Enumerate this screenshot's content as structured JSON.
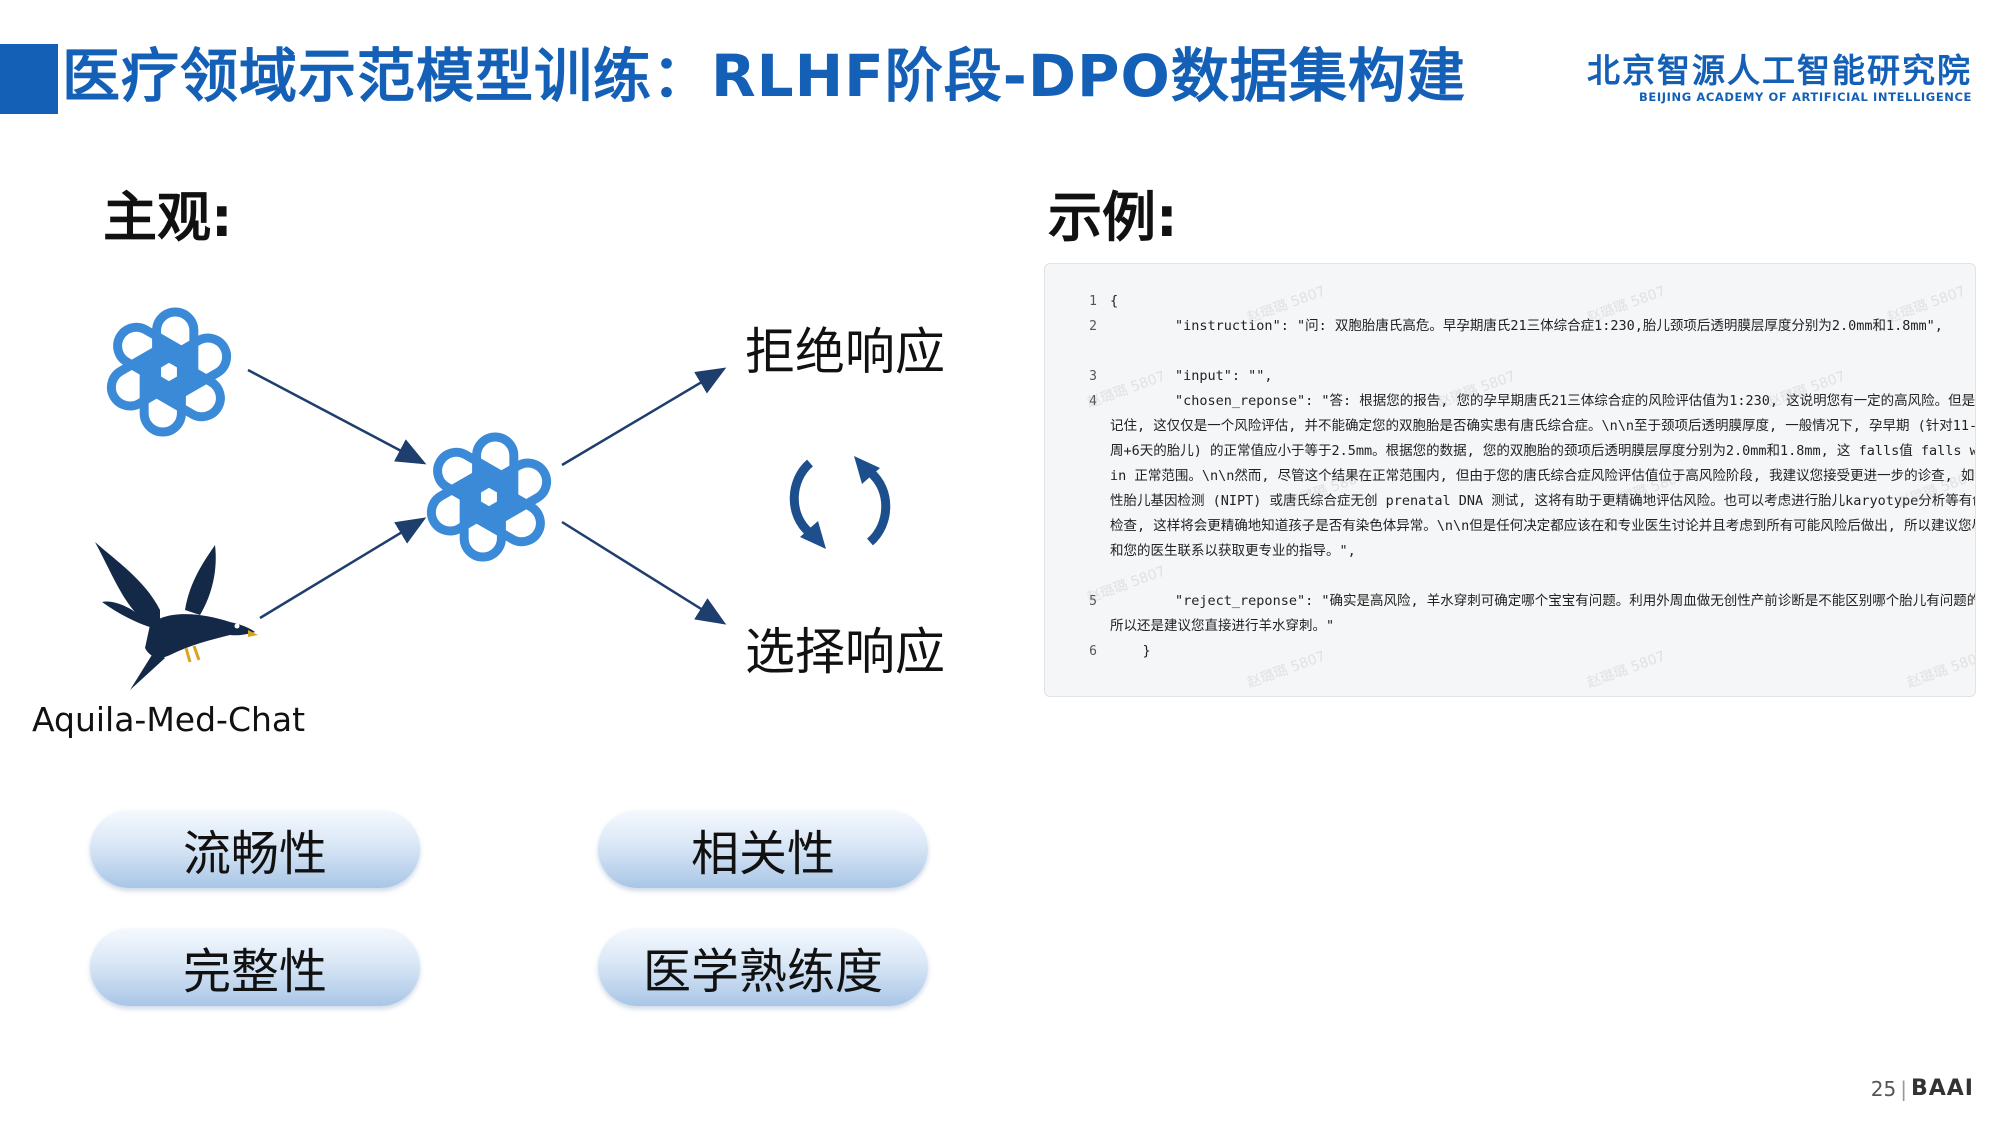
{
  "header": {
    "title": "医疗领域示范模型训练：RLHF阶段-DPO数据集构建",
    "logo_cn": "北京智源人工智能研究院",
    "logo_en": "BEIJING ACADEMY OF ARTIFICIAL INTELLIGENCE",
    "accent_color": "#1560b7"
  },
  "left": {
    "heading": "主观:",
    "model_label": "Aquila-Med-Chat",
    "rejected_label": "拒绝响应",
    "chosen_label": "选择响应",
    "icons": [
      "openai-logo-icon",
      "openai-logo-icon",
      "eagle-icon",
      "cycle-arrows-icon"
    ],
    "criteria": [
      "流畅性",
      "相关性",
      "完整性",
      "医学熟练度"
    ]
  },
  "right": {
    "heading": "示例:",
    "code_lines": [
      {
        "no": "1",
        "text": "{"
      },
      {
        "no": "2",
        "text": "        \"instruction\": \"问: 双胞胎唐氏高危。早孕期唐氏21三体综合症1:230,胎儿颈项后透明膜层厚度分别为2.0mm和1.8mm\","
      },
      {
        "no": "3",
        "text": "        \"input\": \"\","
      },
      {
        "no": "4",
        "text": "        \"chosen_reponse\": \"答: 根据您的报告, 您的孕早期唐氏21三体综合症的风险评估值为1:230, 这说明您有一定的高风险。但是, 请记住, 这仅仅是一个风险评估, 并不能确定您的双胞胎是否确实患有唐氏综合症。\\n\\n至于颈项后透明膜厚度, 一般情况下, 孕早期 (针对11-13周+6天的胎儿) 的正常值应小于等于2.5mm。根据您的数据, 您的双胞胎的颈项后透明膜层厚度分别为2.0mm和1.8mm, 这 falls值 falls within 正常范围。\\n\\n然而, 尽管这个结果在正常范围内, 但由于您的唐氏综合症风险评估值位于高风险阶段, 我建议您接受更进一步的诊查, 如无创性胎儿基因检测 (NIPT) 或唐氏综合症无创 prenatal DNA 测试, 这将有助于更精确地评估风险。也可以考虑进行胎儿karyotype分析等有创的检查, 这样将会更精确地知道孩子是否有染色体异常。\\n\\n但是任何决定都应该在和专业医生讨论并且考虑到所有可能风险后做出, 所以建议您尽快和您的医生联系以获取更专业的指导。\","
      },
      {
        "no": "5",
        "text": "        \"reject_reponse\": \"确实是高风险, 羊水穿刺可确定哪个宝宝有问题。利用外周血做无创性产前诊断是不能区别哪个胎儿有问题的, 所以还是建议您直接进行羊水穿刺。\""
      },
      {
        "no": "6",
        "text": "    }"
      }
    ],
    "watermark": "赵璐璐 5807"
  },
  "footer": {
    "page_number": "25",
    "logo_text": "BAAI"
  }
}
